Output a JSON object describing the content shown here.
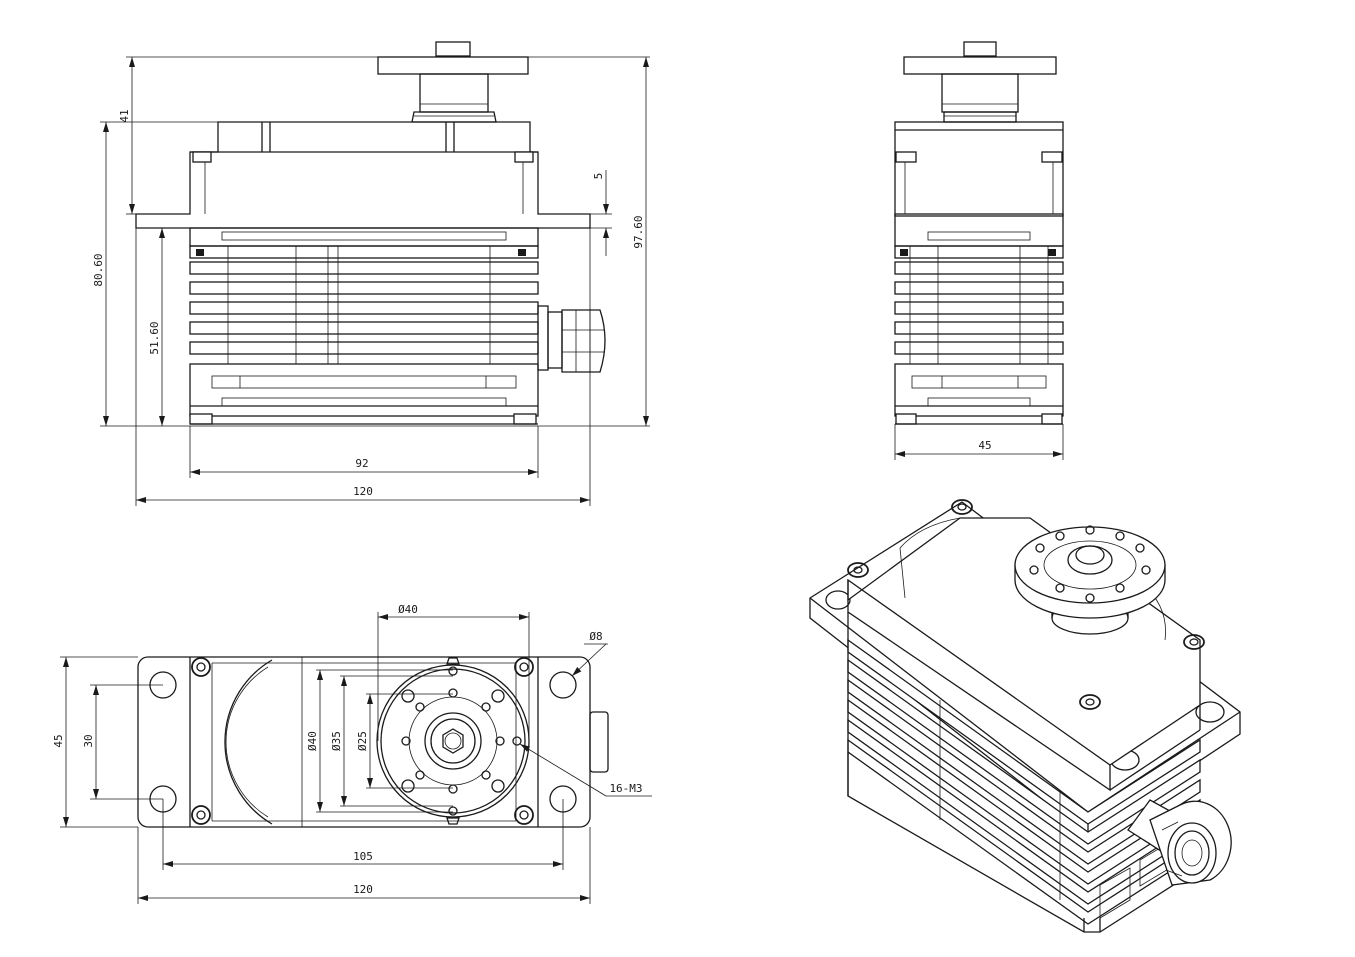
{
  "dimensions": {
    "front": {
      "total_height": "97.60",
      "body_height": "80.60",
      "horn_height": "41",
      "flange_thickness": "5",
      "lower_height": "51.60",
      "inner_width": "92",
      "total_width": "120"
    },
    "side": {
      "width": "45"
    },
    "top": {
      "horn_diameter": "Ø40",
      "hole_diameter": "Ø8",
      "pcd_40": "Ø40",
      "pcd_35": "Ø35",
      "pcd_25": "Ø25",
      "thread_callout": "16-M3",
      "depth_45": "45",
      "hole_spacing_30": "30",
      "hole_spacing_105": "105",
      "total_width": "120"
    }
  }
}
